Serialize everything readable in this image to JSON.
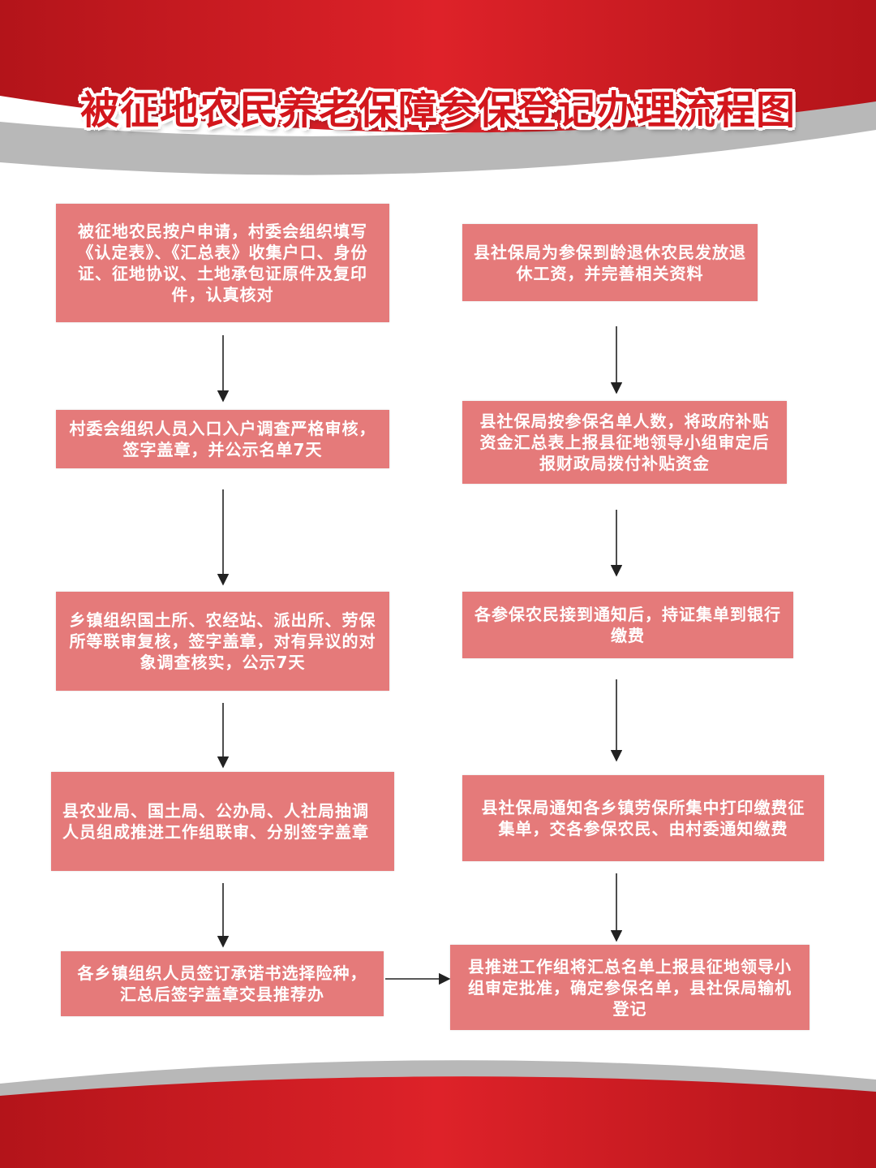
{
  "title": "被征地农民养老保障参保登记办理流程图",
  "colors": {
    "banner_red": "#d3161c",
    "box_fill": "#e57a7a",
    "box_text": "#ffffff",
    "arrow": "#222222"
  },
  "left_steps": [
    "被征地农民按户申请，村委会组织填写《认定表》、《汇总表》收集户口、身份证、征地协议、土地承包证原件及复印件，认真核对",
    "村委会组织人员入口入户调查严格审核，签字盖章，并公示名单7天",
    "乡镇组织国土所、农经站、派出所、劳保所等联审复核，签字盖章，对有异议的对象调查核实，公示7天",
    "县农业局、国土局、公办局、人社局抽调人员组成推进工作组联审、分别签字盖章",
    "各乡镇组织人员签订承诺书选择险种，汇总后签字盖章交县推荐办"
  ],
  "right_steps": [
    "县社保局为参保到龄退休农民发放退休工资，并完善相关资料",
    "县社保局按参保名单人数，将政府补贴资金汇总表上报县征地领导小组审定后报财政局拨付补贴资金",
    "各参保农民接到通知后，持证集单到银行缴费",
    "县社保局通知各乡镇劳保所集中打印缴费征集单，交各参保农民、由村委通知缴费",
    "县推进工作组将汇总名单上报县征地领导小组审定批准，确定参保名单，县社保局输机登记"
  ]
}
